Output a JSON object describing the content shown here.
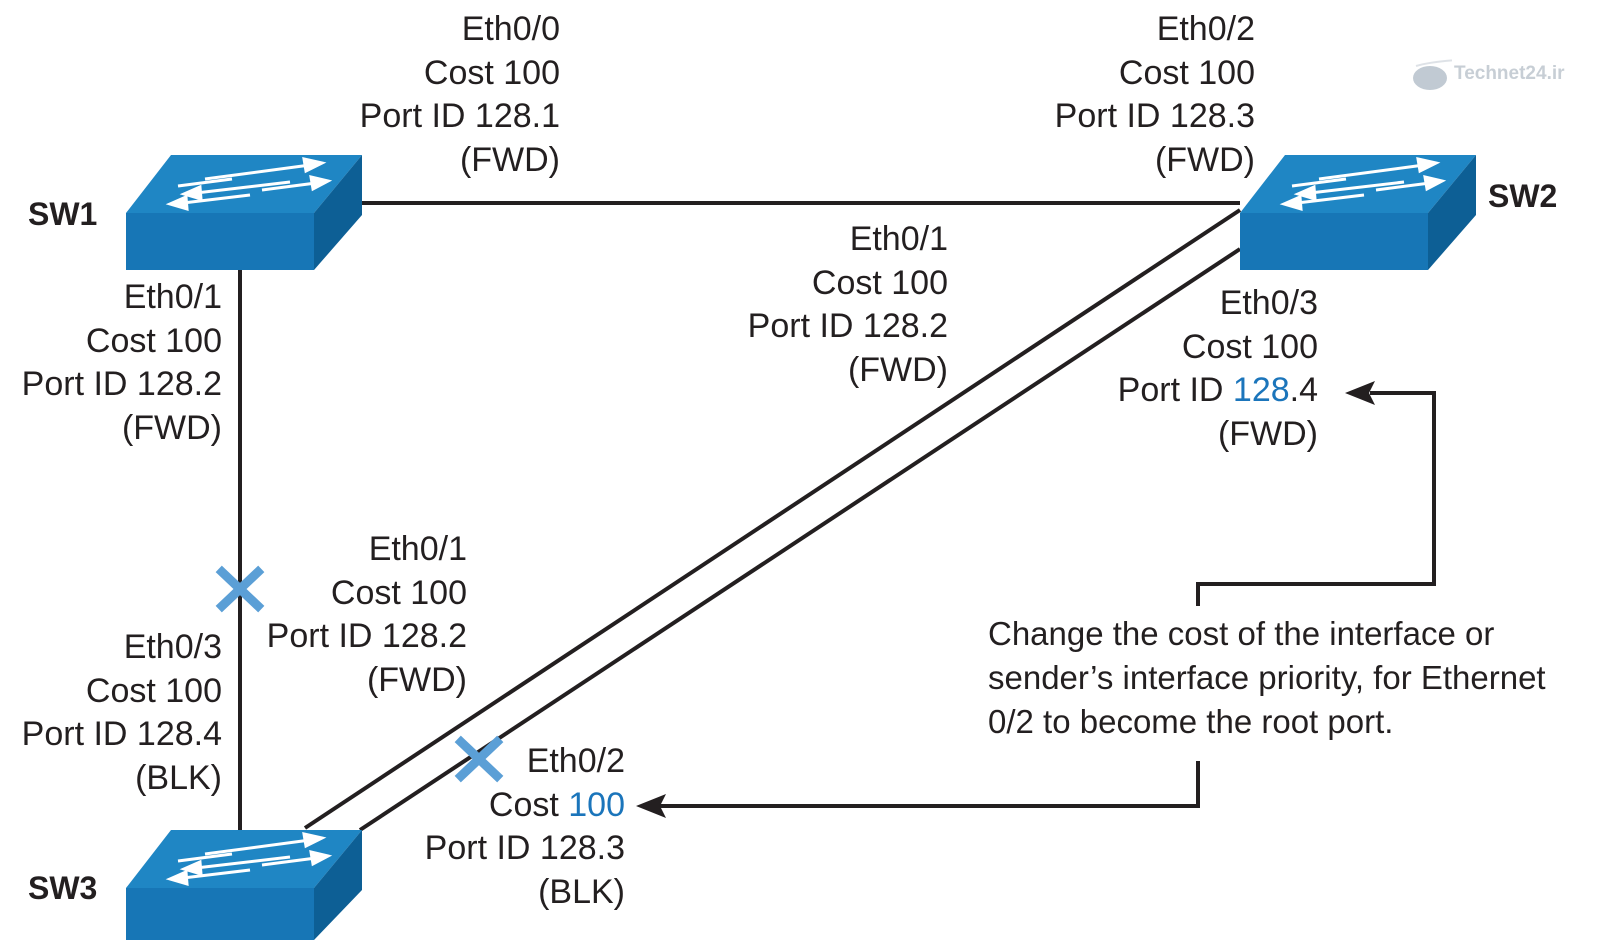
{
  "switches": {
    "sw1": "SW1",
    "sw2": "SW2",
    "sw3": "SW3"
  },
  "ports": {
    "sw1_eth0_0": {
      "name": "Eth0/0",
      "cost": "Cost 100",
      "port_id": "Port ID 128.1",
      "state": "(FWD)"
    },
    "sw1_eth0_1": {
      "name": "Eth0/1",
      "cost": "Cost 100",
      "port_id": "Port ID 128.2",
      "state": "(FWD)"
    },
    "sw2_eth0_2": {
      "name": "Eth0/2",
      "cost": "Cost 100",
      "port_id": "Port ID 128.3",
      "state": "(FWD)"
    },
    "sw2_eth0_1": {
      "name": "Eth0/1",
      "cost": "Cost 100",
      "port_id": "Port ID 128.2",
      "state": "(FWD)"
    },
    "sw2_eth0_3": {
      "name": "Eth0/3",
      "cost": "Cost 100",
      "port_id_prefix": "Port ID ",
      "port_id_highlight": "128",
      "port_id_suffix": ".4",
      "state": "(FWD)"
    },
    "sw3_eth0_3": {
      "name": "Eth0/3",
      "cost": "Cost 100",
      "port_id": "Port ID 128.4",
      "state": "(BLK)"
    },
    "sw3_eth0_1": {
      "name": "Eth0/1",
      "cost": "Cost 100",
      "port_id": "Port ID 128.2",
      "state": "(FWD)"
    },
    "sw3_eth0_2": {
      "name": "Eth0/2",
      "cost_prefix": "Cost ",
      "cost_highlight": "100",
      "port_id": "Port ID 128.3",
      "state": "(BLK)"
    }
  },
  "callout": {
    "lines": [
      "Change the cost of the interface or",
      "sender’s interface priority, for Ethernet",
      "0/2 to become the root port."
    ]
  },
  "watermark": "Technet24.ir",
  "colors": {
    "switch_face": "#1776b6",
    "switch_top": "#1f86c4",
    "switch_side": "#0d5f95",
    "highlight_text": "#1b75bb",
    "blocked_marker": "#5b9fd6",
    "link": "#231f20"
  },
  "icons": {
    "switch": "switch-icon",
    "blocked": "blocked-x-icon",
    "arrow": "arrow-head-icon"
  }
}
